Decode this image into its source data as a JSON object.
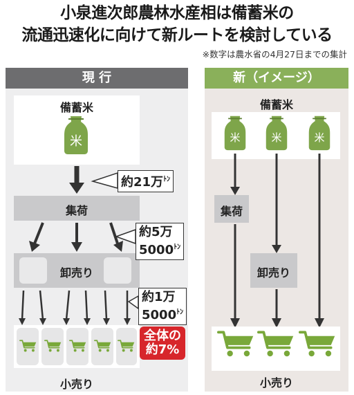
{
  "title": {
    "line1": "小泉進次郎農林水産相は備蓄米の",
    "line2": "流通迅速化に向けて新ルートを検討している"
  },
  "note": "※数字は農水省の4月27日までの集計",
  "current": {
    "header": "現 行",
    "top_label": "備蓄米",
    "rice_glyph": "米",
    "stage1_label": "集荷",
    "stage2_label": "卸売り",
    "bottom_label": "小売り",
    "callout1": {
      "main": "約21万",
      "unit": "ﾄﾝ"
    },
    "callout2": {
      "line1": "約5万",
      "line2": "5000",
      "unit": "ﾄﾝ"
    },
    "callout3": {
      "line1": "約1万",
      "line2": "5000",
      "unit": "ﾄﾝ"
    },
    "badge": {
      "line1": "全体の",
      "line2": "約7%"
    }
  },
  "new": {
    "header": "新（イメージ）",
    "top_label": "備蓄米",
    "rice_glyph": "米",
    "stage1_label": "集荷",
    "stage2_label": "卸売り",
    "bottom_label": "小売り"
  },
  "colors": {
    "header_current": "#6d6d6f",
    "header_new": "#8ab05a",
    "rice_bag": "#7ea54a",
    "cart_green": "#79a83a",
    "badge_red": "#d7262b"
  }
}
